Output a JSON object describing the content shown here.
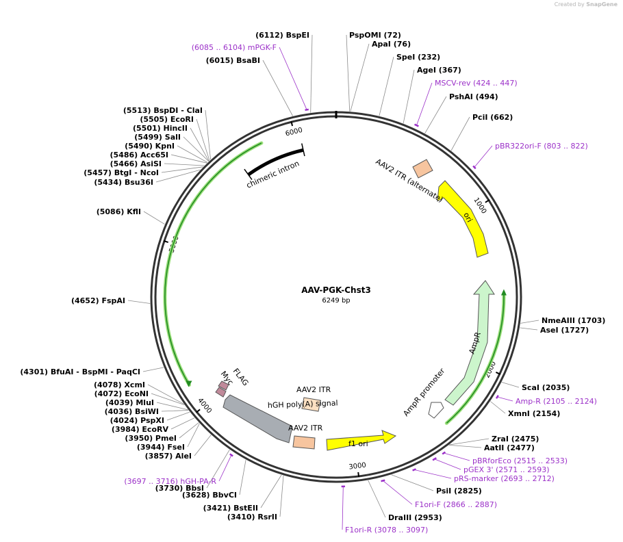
{
  "branding": {
    "prefix": "Created by",
    "name": "SnapGene"
  },
  "plasmid": {
    "name": "AAV-PGK-Chst3",
    "length_label": "6249 bp",
    "length": 6249
  },
  "ticks": [
    {
      "pos": 1000,
      "label": "1000"
    },
    {
      "pos": 2000,
      "label": "2000"
    },
    {
      "pos": 3000,
      "label": "3000"
    },
    {
      "pos": 4000,
      "label": "4000"
    },
    {
      "pos": 5000,
      "label": "5000"
    },
    {
      "pos": 6000,
      "label": "6000"
    }
  ],
  "sites": [
    {
      "text": "(6112)  BspEI",
      "pos": 6112
    },
    {
      "text": "(6015)  BsaBI",
      "pos": 6015
    },
    {
      "text": "PspOMI  (72)",
      "pos": 72
    },
    {
      "text": "ApaI  (76)",
      "pos": 76
    },
    {
      "text": "SpeI  (232)",
      "pos": 232
    },
    {
      "text": "AgeI  (367)",
      "pos": 367
    },
    {
      "text": "PshAI  (494)",
      "pos": 494
    },
    {
      "text": "PciI  (662)",
      "pos": 662
    },
    {
      "text": "(5513)  BspDI  - ClaI",
      "pos": 5513
    },
    {
      "text": "(5505)  EcoRI",
      "pos": 5505
    },
    {
      "text": "(5501)  HincII",
      "pos": 5501
    },
    {
      "text": "(5499)  SalI",
      "pos": 5499
    },
    {
      "text": "(5490)  KpnI",
      "pos": 5490
    },
    {
      "text": "(5486)  Acc65I",
      "pos": 5486
    },
    {
      "text": "(5466)  AsiSI",
      "pos": 5466
    },
    {
      "text": "(5457)  BtgI  - NcoI",
      "pos": 5457
    },
    {
      "text": "(5434)  Bsu36I",
      "pos": 5434
    },
    {
      "text": "(5086)  KflI",
      "pos": 5086
    },
    {
      "text": "(4652)  FspAI",
      "pos": 4652
    },
    {
      "text": "NmeAIII  (1703)",
      "pos": 1703
    },
    {
      "text": "AseI  (1727)",
      "pos": 1727
    },
    {
      "text": "ScaI  (2035)",
      "pos": 2035
    },
    {
      "text": "XmnI  (2154)",
      "pos": 2154
    },
    {
      "text": "ZraI  (2475)",
      "pos": 2475
    },
    {
      "text": "AatII  (2477)",
      "pos": 2477
    },
    {
      "text": "PsiI  (2825)",
      "pos": 2825
    },
    {
      "text": "DraIII  (2953)",
      "pos": 2953
    },
    {
      "text": "(4301)  BfuAI  - BspMI  - PaqCI",
      "pos": 4301
    },
    {
      "text": "(4078)  XcmI",
      "pos": 4078
    },
    {
      "text": "(4072)  EcoNI",
      "pos": 4072
    },
    {
      "text": "(4039)  MluI",
      "pos": 4039
    },
    {
      "text": "(4036)  BsiWI",
      "pos": 4036
    },
    {
      "text": "(4024)  PspXI",
      "pos": 4024
    },
    {
      "text": "(3984)  EcoRV",
      "pos": 3984
    },
    {
      "text": "(3950)  PmeI",
      "pos": 3950
    },
    {
      "text": "(3944)  FseI",
      "pos": 3944
    },
    {
      "text": "(3857)  AleI",
      "pos": 3857
    },
    {
      "text": "(3730)  BbsI",
      "pos": 3730
    },
    {
      "text": "(3628)  BbvCI",
      "pos": 3628
    },
    {
      "text": "(3421)  BstEII",
      "pos": 3421
    },
    {
      "text": "(3410)  RsrII",
      "pos": 3410
    }
  ],
  "primers": [
    {
      "text": "(6085 .. 6104)  mPGK-F",
      "start": 6085,
      "end": 6104
    },
    {
      "text": "MSCV-rev   (424 .. 447)",
      "start": 424,
      "end": 447
    },
    {
      "text": "pBR322ori-F   (803 .. 822)",
      "start": 803,
      "end": 822
    },
    {
      "text": "Amp-R   (2105 .. 2124)",
      "start": 2105,
      "end": 2124
    },
    {
      "text": "pBRforEco   (2515 .. 2533)",
      "start": 2515,
      "end": 2533
    },
    {
      "text": "pGEX 3'   (2571 .. 2593)",
      "start": 2571,
      "end": 2593
    },
    {
      "text": "pRS-marker   (2693 .. 2712)",
      "start": 2693,
      "end": 2712
    },
    {
      "text": "F1ori-F   (2866 .. 2887)",
      "start": 2866,
      "end": 2887
    },
    {
      "text": "F1ori-R   (3078 .. 3097)",
      "start": 3078,
      "end": 3097
    },
    {
      "text": "(3697 .. 3716)  hGH-PA-R",
      "start": 3697,
      "end": 3716
    }
  ],
  "features": [
    {
      "name": "AAV2 ITR (alternate)",
      "color": "#f7c59f"
    },
    {
      "name": "ori",
      "color": "#ffff00"
    },
    {
      "name": "AmpR",
      "color": "#ccf5cc"
    },
    {
      "name": "AmpR promoter",
      "color": "#ffffff"
    },
    {
      "name": "f1 ori",
      "color": "#ffff00"
    },
    {
      "name": "AAV2 ITR",
      "color": "#f7c59f"
    },
    {
      "name": "AAV2 ITR",
      "color": "#fde0c2"
    },
    {
      "name": "hGH poly(A) signal",
      "color": "#a8adb3"
    },
    {
      "name": "Myc",
      "color": "#c08a9a"
    },
    {
      "name": "FLAG",
      "color": "#c08a9a"
    },
    {
      "name": "chimeric intron",
      "color": "#000000"
    }
  ],
  "colors": {
    "primer": "#9b30c8",
    "orf": "#8ad86a",
    "backbone": "#333333"
  }
}
